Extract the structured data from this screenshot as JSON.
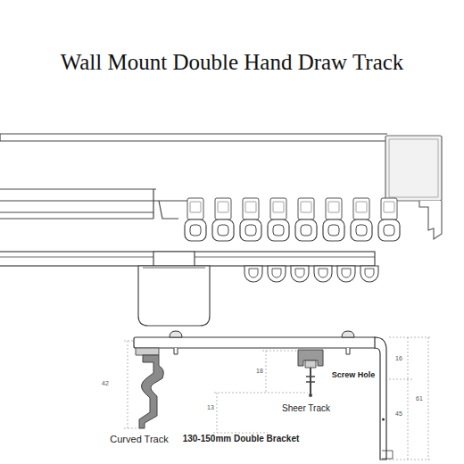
{
  "diagram": {
    "title": "Wall Mount Double Hand Draw Track",
    "labels": [
      "42",
      "18",
      "13",
      "16",
      "61",
      "45",
      "Screw Hole",
      "Sheer Track",
      "Curved Track",
      "130-150mm Double Bracket"
    ]
  }
}
